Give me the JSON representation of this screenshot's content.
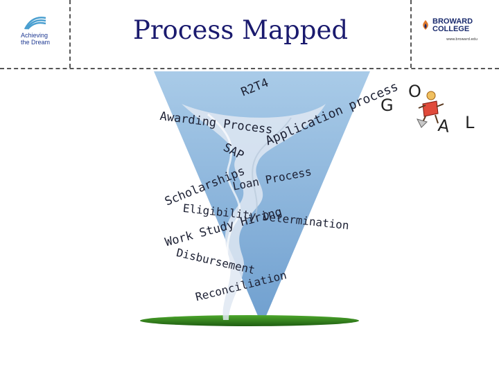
{
  "slide": {
    "title": "Process Mapped",
    "logo_left": {
      "line1": "Achieving",
      "line2": "the Dream"
    },
    "logo_right": {
      "line1": "BROWARD",
      "line2": "COLLEGE",
      "url": "www.broward.edu"
    }
  },
  "tornado_words": {
    "r2t4": "R2T4",
    "awarding": "Awarding Process",
    "application": "Application process",
    "sap": "SAP",
    "scholarships": "Scholarships",
    "loan": "Loan Process",
    "eligibility": "Eligibility Determination",
    "workstudy": "Work Study Hiring",
    "disbursement": "Disbursement",
    "reconciliation": "Reconciliation"
  },
  "goal_letters": {
    "g": "G",
    "o": "O",
    "a": "A",
    "l": "L"
  },
  "colors": {
    "sky": "#8fb8de",
    "title": "#1a1a6e",
    "tornado": "#dfe8f2",
    "grass": "#2e7d1e"
  }
}
